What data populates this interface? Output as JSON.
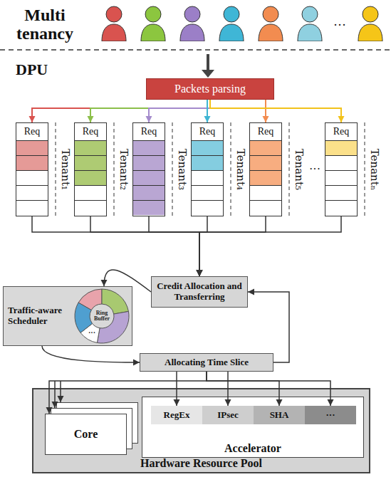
{
  "diagram": {
    "nodes": [
      {
        "text": [
          "Packets parsing"
        ]
      },
      {
        "text": [
          "Req"
        ]
      },
      {
        "text": [
          "Req"
        ]
      },
      {
        "text": [
          "Req"
        ]
      },
      {
        "text": [
          "Req"
        ]
      },
      {
        "text": [
          "Req"
        ]
      },
      {
        "text": [
          "Req"
        ]
      },
      {
        "text": [
          "Credit Allocation and Transferring"
        ]
      },
      {
        "text": [
          "Traffic-aware Scheduler"
        ]
      },
      {
        "text": [
          "Ring Buffer"
        ],
        "in": 8
      },
      {
        "text": [
          "Allocating Time Slice"
        ]
      },
      {
        "text": [
          "Hardware Resource Pool"
        ]
      },
      {
        "text": [
          "Core"
        ],
        "in": 11
      },
      {
        "text": [
          "Accelerator"
        ],
        "in": 11
      },
      {
        "text": [
          "RegEx"
        ],
        "in": 13
      },
      {
        "text": [
          "IPsec"
        ],
        "in": 13
      },
      {
        "text": [
          "SHA"
        ],
        "in": 13
      },
      {
        "text": [
          "···"
        ],
        "in": 13
      }
    ],
    "edges": [
      {
        "from": 0,
        "to": 1,
        "arrow": "to"
      },
      {
        "from": 0,
        "to": 2,
        "arrow": "to"
      },
      {
        "from": 0,
        "to": 3,
        "arrow": "to"
      },
      {
        "from": 0,
        "to": 4,
        "arrow": "to"
      },
      {
        "from": 0,
        "to": 5,
        "arrow": "to"
      },
      {
        "from": 0,
        "to": 6,
        "arrow": "to"
      },
      {
        "from": 1,
        "to": 7,
        "arrow": "to"
      },
      {
        "from": 2,
        "to": 7,
        "arrow": "to"
      },
      {
        "from": 3,
        "to": 7,
        "arrow": "to"
      },
      {
        "from": 4,
        "to": 7,
        "arrow": "to"
      },
      {
        "from": 5,
        "to": 7,
        "arrow": "to"
      },
      {
        "from": 6,
        "to": 7,
        "arrow": "to"
      },
      {
        "from": 7,
        "to": 8,
        "arrow": "to"
      },
      {
        "from": 8,
        "to": 10,
        "arrow": "to"
      },
      {
        "from": 10,
        "to": 7,
        "arrow": "to"
      },
      {
        "from": 10,
        "to": 12,
        "arrow": "to"
      },
      {
        "from": 10,
        "to": 14,
        "arrow": "to"
      },
      {
        "from": 10,
        "to": 15,
        "arrow": "to"
      },
      {
        "from": 10,
        "to": 16,
        "arrow": "to"
      },
      {
        "from": 10,
        "to": 17,
        "arrow": "to"
      }
    ],
    "labels": [
      "Multi tenancy",
      "···",
      "DPU",
      "Tenant₁",
      "Tenant₂",
      "Tenant₃",
      "Tenant₄",
      "Tenant₅",
      "Tenantₙ",
      "···",
      "···"
    ]
  }
}
